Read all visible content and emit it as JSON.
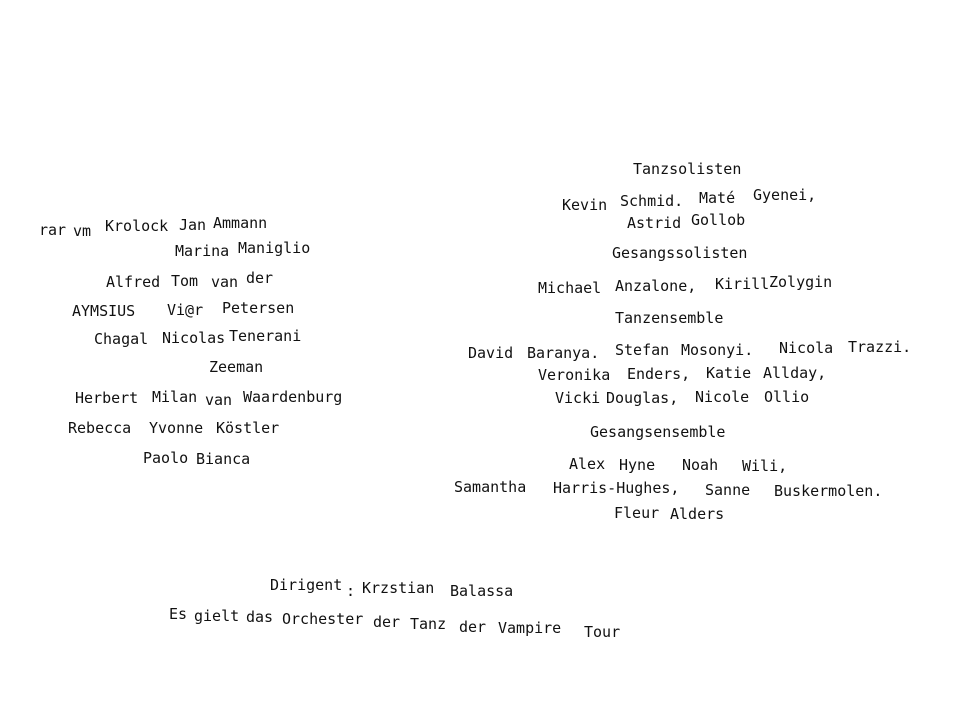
{
  "left_cast": [
    [
      "rar",
      "vm",
      "Krolock",
      "Jan",
      "Ammann"
    ],
    [
      "Marina",
      "Maniglio"
    ],
    [
      "Alfred",
      "Tom",
      "van",
      "der"
    ],
    [
      "AYMSIUS",
      "Vi@r",
      "Petersen"
    ],
    [
      "Chagal",
      "Nicolas",
      "Tenerani"
    ],
    [
      "Zeeman"
    ],
    [
      "Herbert",
      "Milan",
      "van",
      "Waardenburg"
    ],
    [
      "Rebecca",
      "Yvonne",
      "Köstler"
    ],
    [
      "Paolo",
      "Bianca"
    ]
  ],
  "right_cast": {
    "tanzsolisten": {
      "heading": "Tanzsolisten",
      "lines": [
        [
          "Kevin",
          "Schmid.",
          "Maté",
          "Gyenei,"
        ],
        [
          "Astrid",
          "Gollob"
        ]
      ]
    },
    "gesangssolisten": {
      "heading": "Gesangssolisten",
      "lines": [
        [
          "Michael",
          "Anzalone,",
          "Kirill",
          "Zolygin"
        ]
      ]
    },
    "tanzensemble": {
      "heading": "Tanzensemble",
      "lines": [
        [
          "David",
          "Baranya.",
          "Stefan",
          "Mosonyi.",
          "Nicola",
          "Trazzi."
        ],
        [
          "Veronika",
          "Enders,",
          "Katie",
          "Allday,"
        ],
        [
          "Vicki",
          "Douglas,",
          "Nicole",
          "Ollio"
        ]
      ]
    },
    "gesangsensemble": {
      "heading": "Gesangsensemble",
      "lines": [
        [
          "Alex",
          "Hyne",
          "Noah",
          "Wili,"
        ],
        [
          "Samantha",
          "Harris-Hughes,",
          "Sanne",
          "Buskermolen."
        ],
        [
          "Fleur",
          "Alders"
        ]
      ]
    }
  },
  "footer": {
    "conductor": [
      "Dirigent",
      ":",
      "Krzstian",
      "Balassa"
    ],
    "orchestra": [
      "Es",
      "gielt",
      "das",
      "Orchester",
      "der",
      "Tanz",
      "der",
      "Vampire",
      "Tour"
    ]
  }
}
